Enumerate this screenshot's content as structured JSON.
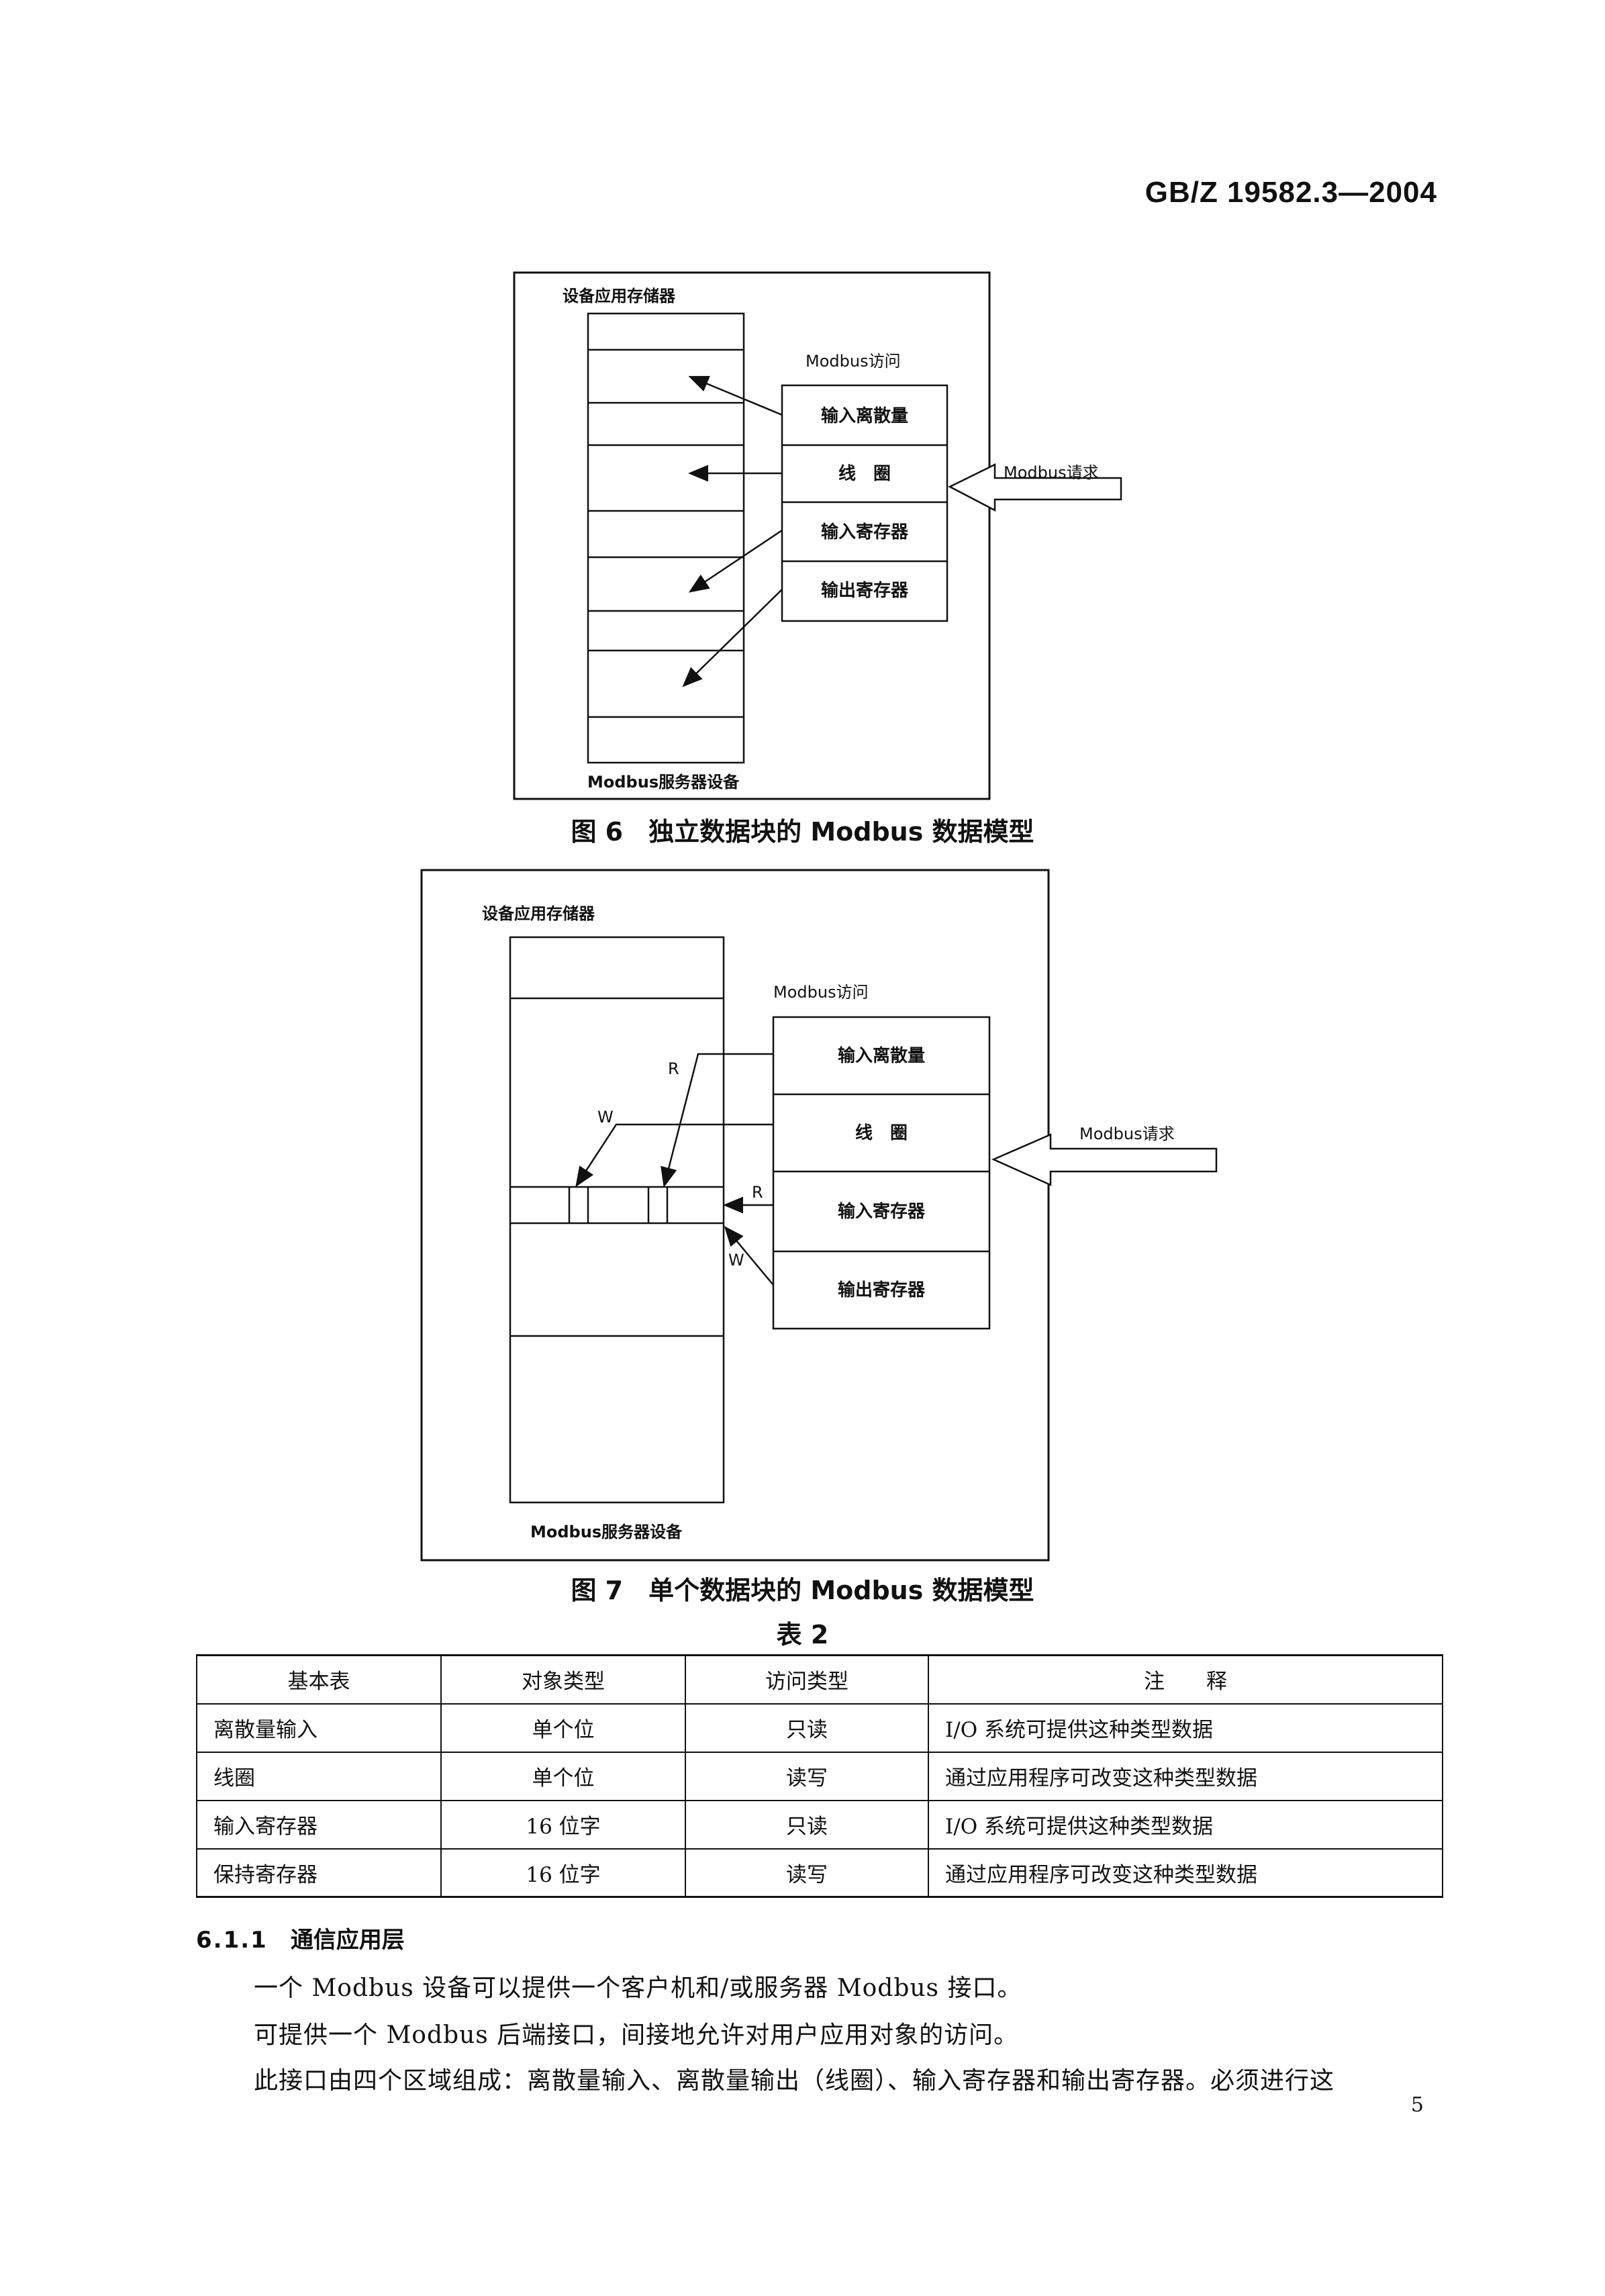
{
  "header": {
    "standard_number": "GB/Z 19582.3—2004"
  },
  "figure6": {
    "caption": "图 6　独立数据块的 Modbus 数据模型",
    "memory_label": "设备应用存储器",
    "access_label": "Modbus访问",
    "request_label": "Modbus请求",
    "server_label": "Modbus服务器设备",
    "blocks": [
      "输入离散量",
      "线　圈",
      "输入寄存器",
      "输出寄存器"
    ]
  },
  "figure7": {
    "caption": "图 7　单个数据块的 Modbus 数据模型",
    "memory_label": "设备应用存储器",
    "access_label": "Modbus访问",
    "request_label": "Modbus请求",
    "server_label": "Modbus服务器设备",
    "blocks": [
      "输入离散量",
      "线　圈",
      "输入寄存器",
      "输出寄存器"
    ],
    "read_label": "R",
    "write_label": "W"
  },
  "table2": {
    "title": "表 2",
    "headers": [
      "基本表",
      "对象类型",
      "访问类型",
      "注　　释"
    ],
    "rows": [
      [
        "离散量输入",
        "单个位",
        "只读",
        "I/O 系统可提供这种类型数据"
      ],
      [
        "线圈",
        "单个位",
        "读写",
        "通过应用程序可改变这种类型数据"
      ],
      [
        "输入寄存器",
        "16 位字",
        "只读",
        "I/O 系统可提供这种类型数据"
      ],
      [
        "保持寄存器",
        "16 位字",
        "读写",
        "通过应用程序可改变这种类型数据"
      ]
    ]
  },
  "section": {
    "number": "6.1.1",
    "title": "通信应用层",
    "paragraphs": [
      "一个 Modbus 设备可以提供一个客户机和/或服务器 Modbus 接口。",
      "可提供一个 Modbus 后端接口，间接地允许对用户应用对象的访问。",
      "此接口由四个区域组成：离散量输入、离散量输出（线圈）、输入寄存器和输出寄存器。必须进行这"
    ]
  },
  "page_number": "5"
}
